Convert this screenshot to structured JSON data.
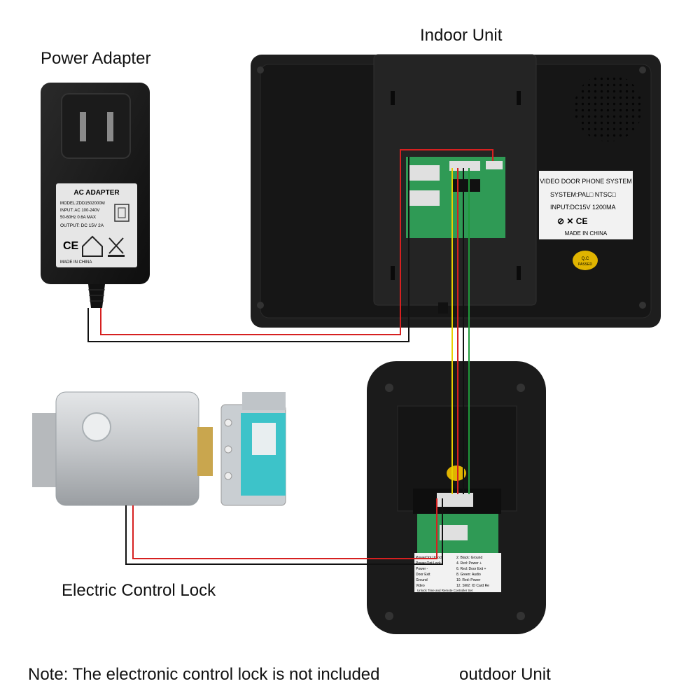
{
  "labels": {
    "power_adapter": "Power Adapter",
    "indoor_unit": "Indoor Unit",
    "electric_lock": "Electric Control Lock",
    "note": "Note:  The electronic control lock is not included",
    "outdoor_unit": "outdoor Unit"
  },
  "adapter_label": {
    "title": "AC ADAPTER",
    "model": "MODEL:ZDD1502000M",
    "input": "INPUT: AC 100-240V",
    "freq": "50-60Hz 0.6A MAX",
    "output": "OUTPUT: DC 15V 2A",
    "made": "MADE IN CHINA"
  },
  "indoor_sticker": {
    "title": "VIDEO DOOR PHONE SYSTEM",
    "system": "SYSTEM:PAL□  NTSC□",
    "input": "INPUT:DC15V  1200MA",
    "made": "MADE IN CHINA"
  },
  "qc_seal": {
    "line1": "Q.C",
    "line2": "PASSED"
  },
  "outdoor_terminal_table": {
    "left": [
      "PowerOpt Unlock",
      "Power Opt Lock",
      "Power -",
      "Door Exit",
      "Ground",
      "Video"
    ],
    "right": [
      "2. Black: Ground",
      "4. Red: Power +",
      "6. Red: Door Exit +",
      "8. Green: Audio",
      "10. Red: Power",
      "12. SW2: ID Card Re"
    ],
    "footer": "Unlock Time and Remote Controller Set"
  },
  "colors": {
    "wire_red": "#d62020",
    "wire_black": "#111111",
    "wire_yellow": "#e8d100",
    "wire_green": "#1f9a3a",
    "device_body": "#1a1a1a",
    "pcb": "#2f9a55",
    "lock_body": "#c8cbce"
  }
}
